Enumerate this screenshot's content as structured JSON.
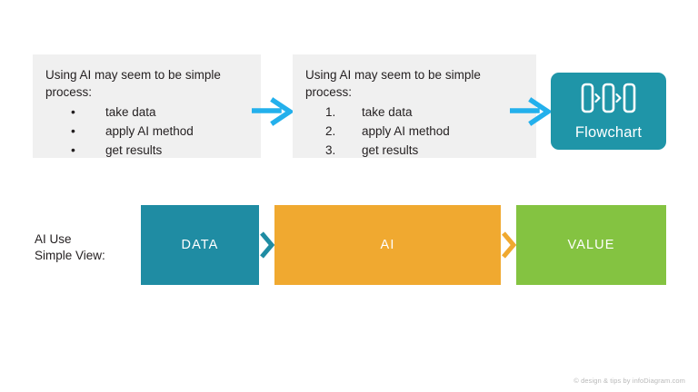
{
  "slide": {
    "panel_bullets": {
      "heading": "Using AI may seem to be simple process:",
      "items": [
        {
          "marker": "•",
          "text": "take data"
        },
        {
          "marker": "•",
          "text": "apply AI method"
        },
        {
          "marker": "•",
          "text": "get results"
        }
      ]
    },
    "panel_numbers": {
      "heading": "Using AI may seem to be simple process:",
      "items": [
        {
          "marker": "1.",
          "text": "take data"
        },
        {
          "marker": "2.",
          "text": "apply AI method"
        },
        {
          "marker": "3.",
          "text": "get results"
        }
      ]
    },
    "flowchart_tile": {
      "label": "Flowchart",
      "icon": "flowchart-icon"
    },
    "bottom_row": {
      "label": "AI Use\nSimple View:",
      "boxes": [
        {
          "label": "DATA",
          "color": "#1f8ca3"
        },
        {
          "label": "AI",
          "color": "#f0a930"
        },
        {
          "label": "VALUE",
          "color": "#84c341"
        }
      ],
      "chevrons": [
        {
          "color": "#1f8ca3"
        },
        {
          "color": "#f0a930"
        }
      ]
    },
    "arrows": [
      {
        "name": "blue-arrow-1",
        "color": "#23b0ec"
      },
      {
        "name": "blue-arrow-2",
        "color": "#23b0ec"
      }
    ],
    "footer_credit": "© design & tips by infoDiagram.com",
    "colors": {
      "teal_tile": "#1f95a8",
      "teal_box": "#1f8ca3",
      "orange": "#f0a930",
      "green": "#84c341",
      "arrow_blue": "#23b0ec",
      "panel_grey": "#f0f0f0"
    }
  }
}
